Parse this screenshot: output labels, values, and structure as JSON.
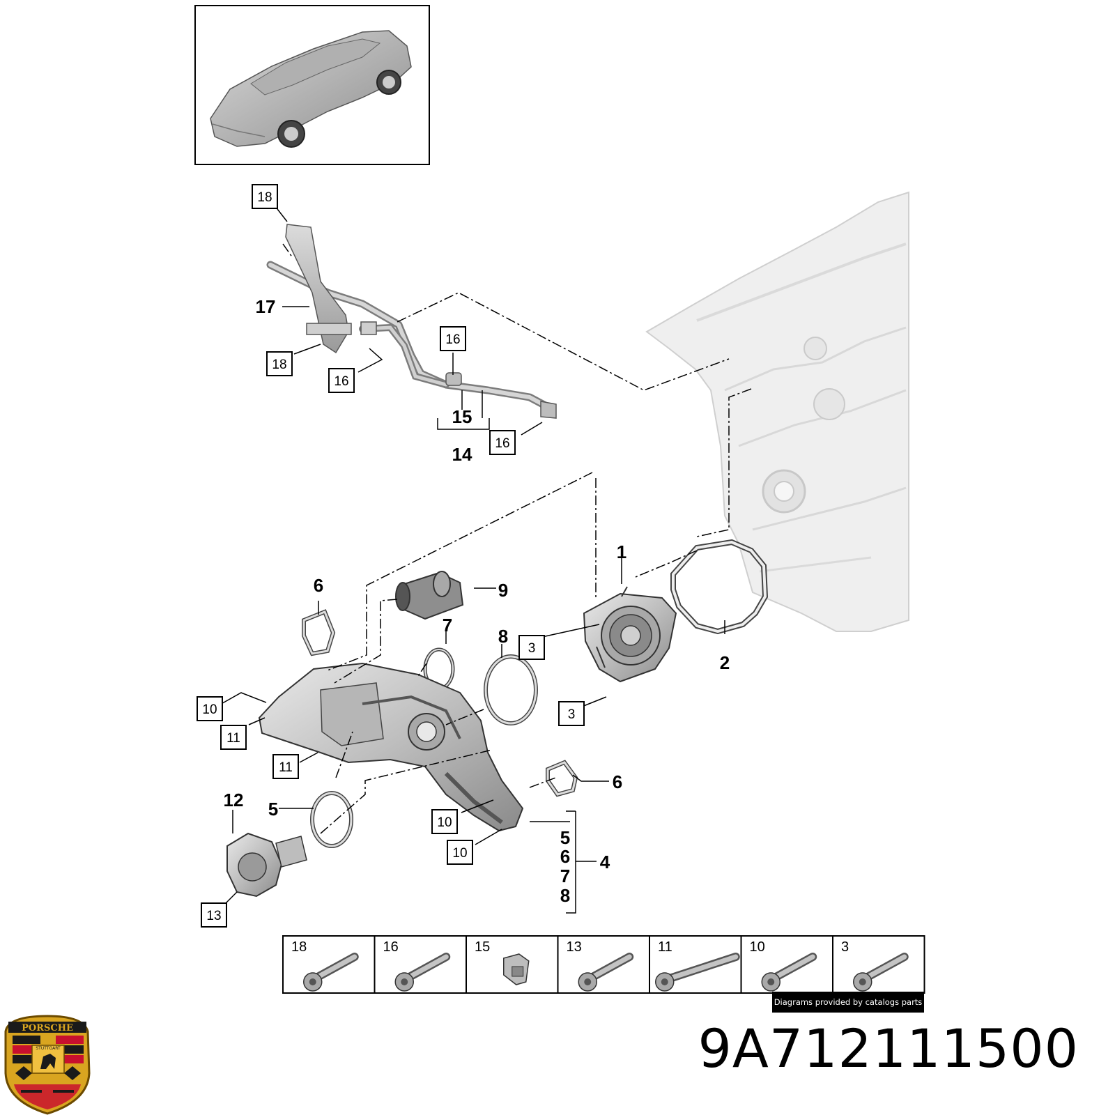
{
  "callouts": [
    {
      "id": "c18a",
      "label": "18",
      "boxed": true
    },
    {
      "id": "c17",
      "label": "17",
      "boxed": false
    },
    {
      "id": "c18b",
      "label": "18",
      "boxed": true
    },
    {
      "id": "c16a",
      "label": "16",
      "boxed": true
    },
    {
      "id": "c16b",
      "label": "16",
      "boxed": true
    },
    {
      "id": "c15",
      "label": "15",
      "boxed": false
    },
    {
      "id": "c14",
      "label": "14",
      "boxed": false
    },
    {
      "id": "c16c",
      "label": "16",
      "boxed": true
    },
    {
      "id": "c1",
      "label": "1",
      "boxed": false
    },
    {
      "id": "c9",
      "label": "9",
      "boxed": false
    },
    {
      "id": "c6a",
      "label": "6",
      "boxed": false
    },
    {
      "id": "c7",
      "label": "7",
      "boxed": false
    },
    {
      "id": "c8",
      "label": "8",
      "boxed": false
    },
    {
      "id": "c3a",
      "label": "3",
      "boxed": true
    },
    {
      "id": "c2",
      "label": "2",
      "boxed": false
    },
    {
      "id": "c3b",
      "label": "3",
      "boxed": true
    },
    {
      "id": "c10a",
      "label": "10",
      "boxed": true
    },
    {
      "id": "c11a",
      "label": "11",
      "boxed": true
    },
    {
      "id": "c11b",
      "label": "11",
      "boxed": true
    },
    {
      "id": "c6b",
      "label": "6",
      "boxed": false
    },
    {
      "id": "c12",
      "label": "12",
      "boxed": false
    },
    {
      "id": "c5a",
      "label": "5",
      "boxed": false
    },
    {
      "id": "c10b",
      "label": "10",
      "boxed": true
    },
    {
      "id": "c10c",
      "label": "10",
      "boxed": true
    },
    {
      "id": "c13",
      "label": "13",
      "boxed": true
    },
    {
      "id": "g5",
      "label": "5",
      "boxed": false
    },
    {
      "id": "g6",
      "label": "6",
      "boxed": false
    },
    {
      "id": "g7",
      "label": "7",
      "boxed": false
    },
    {
      "id": "g8",
      "label": "8",
      "boxed": false
    },
    {
      "id": "c4",
      "label": "4",
      "boxed": false
    }
  ],
  "fastener_table": [
    {
      "label": "18",
      "icon": "bolt-icon"
    },
    {
      "label": "16",
      "icon": "bolt-icon"
    },
    {
      "label": "15",
      "icon": "clip-icon"
    },
    {
      "label": "13",
      "icon": "bolt-icon"
    },
    {
      "label": "11",
      "icon": "long-bolt-icon"
    },
    {
      "label": "10",
      "icon": "bolt-icon"
    },
    {
      "label": "3",
      "icon": "bolt-icon"
    }
  ],
  "credit": "Diagrams provided by catalogs parts",
  "part_number": "9A712111500",
  "brand_crest": {
    "top_text": "PORSCHE",
    "center_text": "STUTTGART",
    "colors": {
      "gold": "#d9a520",
      "red": "#c8102e",
      "black": "#1a1a1a"
    }
  }
}
